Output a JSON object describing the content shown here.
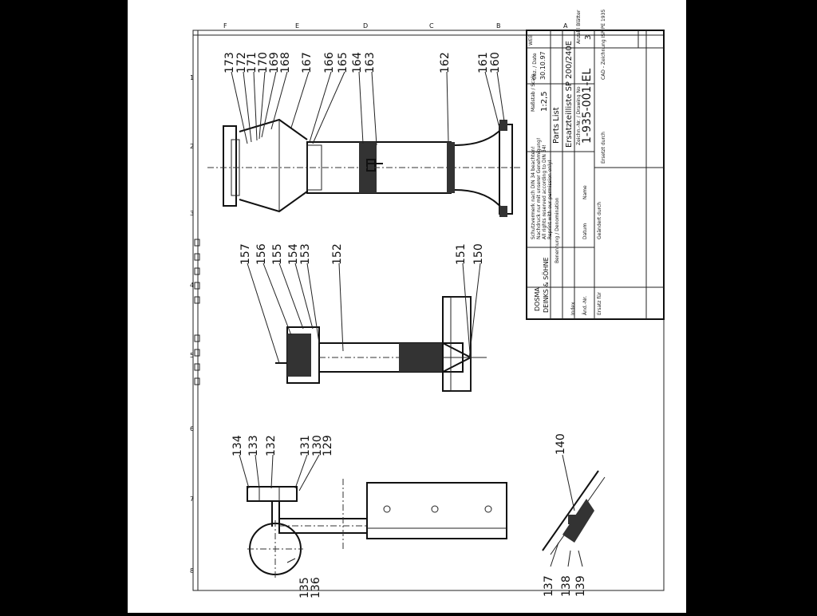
{
  "drawing": {
    "company_line1": "DOSMA",
    "company_line2": "DEINKS & SÖHNE",
    "notice_lines": [
      "Schutzvermerk nach DIN 34 beachten!",
      "Nachdruck nur mit unserer Genehmigung!",
      "All rights reserved according to DIN 34!",
      "Reprint with our permission only!"
    ],
    "title_label": "Benennung / Denomination",
    "title_line1": "Parts List",
    "title_line2": "Ersatzteilliste SP 200/240E",
    "scale_label": "Maßstab / Scale",
    "scale": "1:2,5",
    "date_label": "Gez. / Date",
    "date": "30.10.97",
    "drawn_by": "WEB",
    "drawing_no_label": "Zeichn.-Nr. / Drawing No",
    "drawing_no": "1-935-001-EL",
    "sheet_label": "Anzahl Blätter",
    "sheet": "3",
    "revision_cols": [
      "Datum",
      "Name",
      "Geändert durch",
      "Ersatz für",
      "Änd.-Nr.",
      "Index"
    ],
    "replacement_label": "Ersetzt durch",
    "cad_note": "CAD - Zeichnung ISP PE 1935",
    "zone_letters": [
      "F",
      "E",
      "D",
      "C",
      "B",
      "A"
    ],
    "zone_numbers": [
      "1",
      "2",
      "3",
      "4",
      "5",
      "6",
      "7",
      "8"
    ]
  },
  "callouts": {
    "c173": "173",
    "c172": "172",
    "c171": "171",
    "c170": "170",
    "c169": "169",
    "c168": "168",
    "c167": "167",
    "c166": "166",
    "c165": "165",
    "c164": "164",
    "c163": "163",
    "c162": "162",
    "c161": "161",
    "c160": "160",
    "c157": "157",
    "c156": "156",
    "c155": "155",
    "c154": "154",
    "c153": "153",
    "c152": "152",
    "c151": "151",
    "c150": "150",
    "c134": "134",
    "c133": "133",
    "c132": "132",
    "c131": "131",
    "c130": "130",
    "c129": "129",
    "c135": "135",
    "c136": "136",
    "c140": "140",
    "c137": "137",
    "c138": "138",
    "c139": "139"
  }
}
